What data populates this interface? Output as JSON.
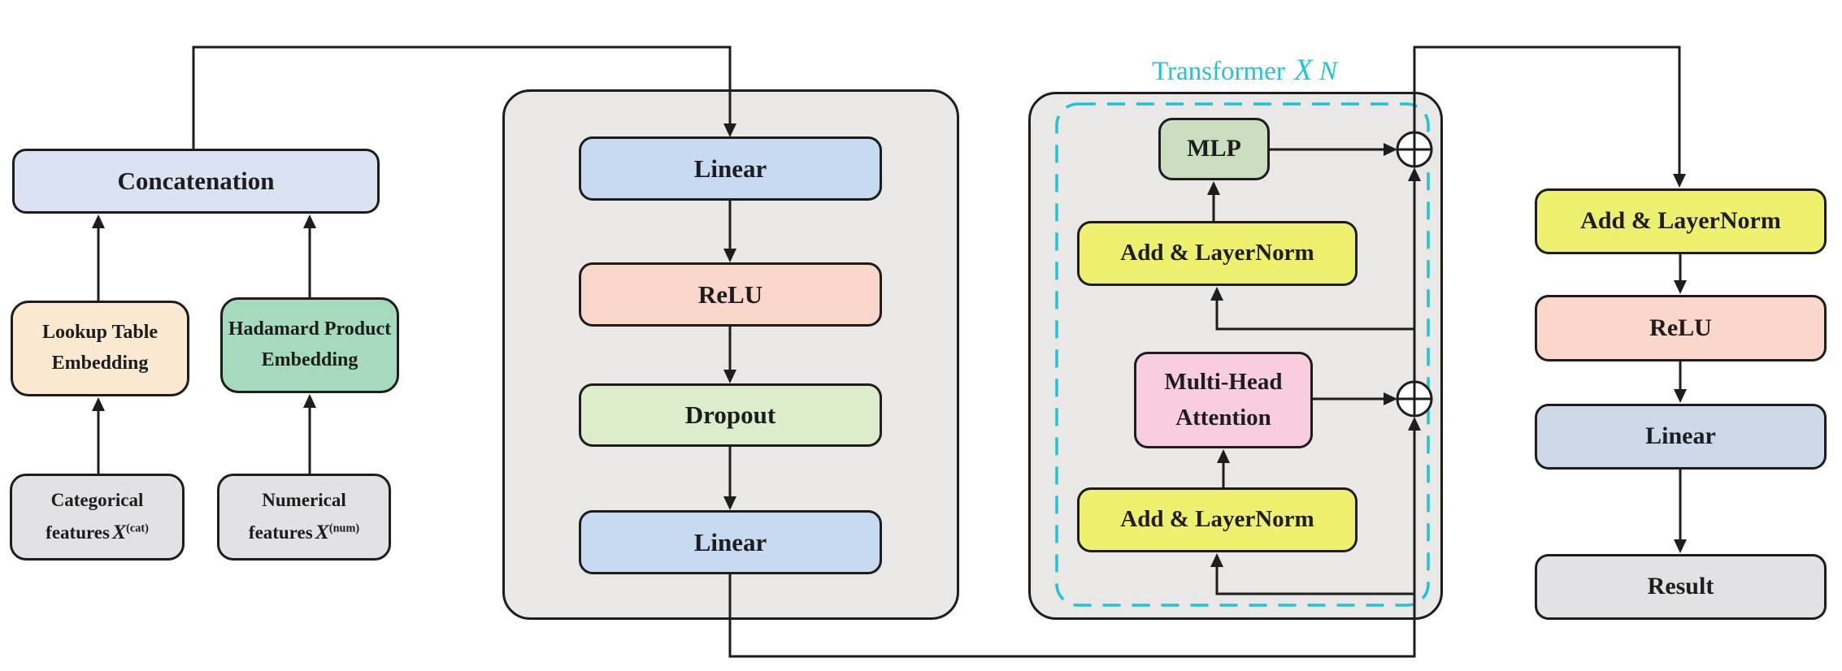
{
  "colors": {
    "line": "#1d1d1d",
    "cyan": "#1ec4d8",
    "container_gray": "#e9e8e7",
    "concatenation": "#dbe2f1",
    "lookup_peach": "#fbe9d1",
    "hadamard_green": "#a6dabd",
    "feature_gray": "#e2e1e4",
    "linear_blue": "#c8daf2",
    "relu_pink": "#fbd7cb",
    "dropout_green": "#dcedcb",
    "mlp_green": "#cbdec0",
    "layernorm_yellow": "#eef06f",
    "attention_pink": "#f9cde0",
    "output_linear_blue": "#cdd8e9",
    "result_gray": "#e2e1e4"
  },
  "input_section": {
    "concatenation": {
      "label": "Concatenation"
    },
    "lookup_embedding": {
      "line1": "Lookup Table",
      "line2": "Embedding"
    },
    "hadamard_embedding": {
      "line1": "Hadamard Product",
      "line2": "Embedding"
    },
    "categorical_features": {
      "line1": "Categorical",
      "line2_prefix": "features",
      "symbol": "X",
      "superscript": "(cat)"
    },
    "numerical_features": {
      "line1": "Numerical",
      "line2_prefix": "features",
      "symbol": "X",
      "superscript": "(num)"
    }
  },
  "feedforward_block": {
    "linear_top": "Linear",
    "relu": "ReLU",
    "dropout": "Dropout",
    "linear_bottom": "Linear"
  },
  "transformer_block": {
    "label_prefix": "Transformer",
    "label_times": "X",
    "label_n": "N",
    "mlp": "MLP",
    "add_layernorm_top": "Add & LayerNorm",
    "mha_line1": "Multi-Head",
    "mha_line2": "Attention",
    "add_layernorm_bottom": "Add & LayerNorm"
  },
  "output_section": {
    "add_layernorm": "Add & LayerNorm",
    "relu": "ReLU",
    "linear": "Linear",
    "result": "Result"
  }
}
